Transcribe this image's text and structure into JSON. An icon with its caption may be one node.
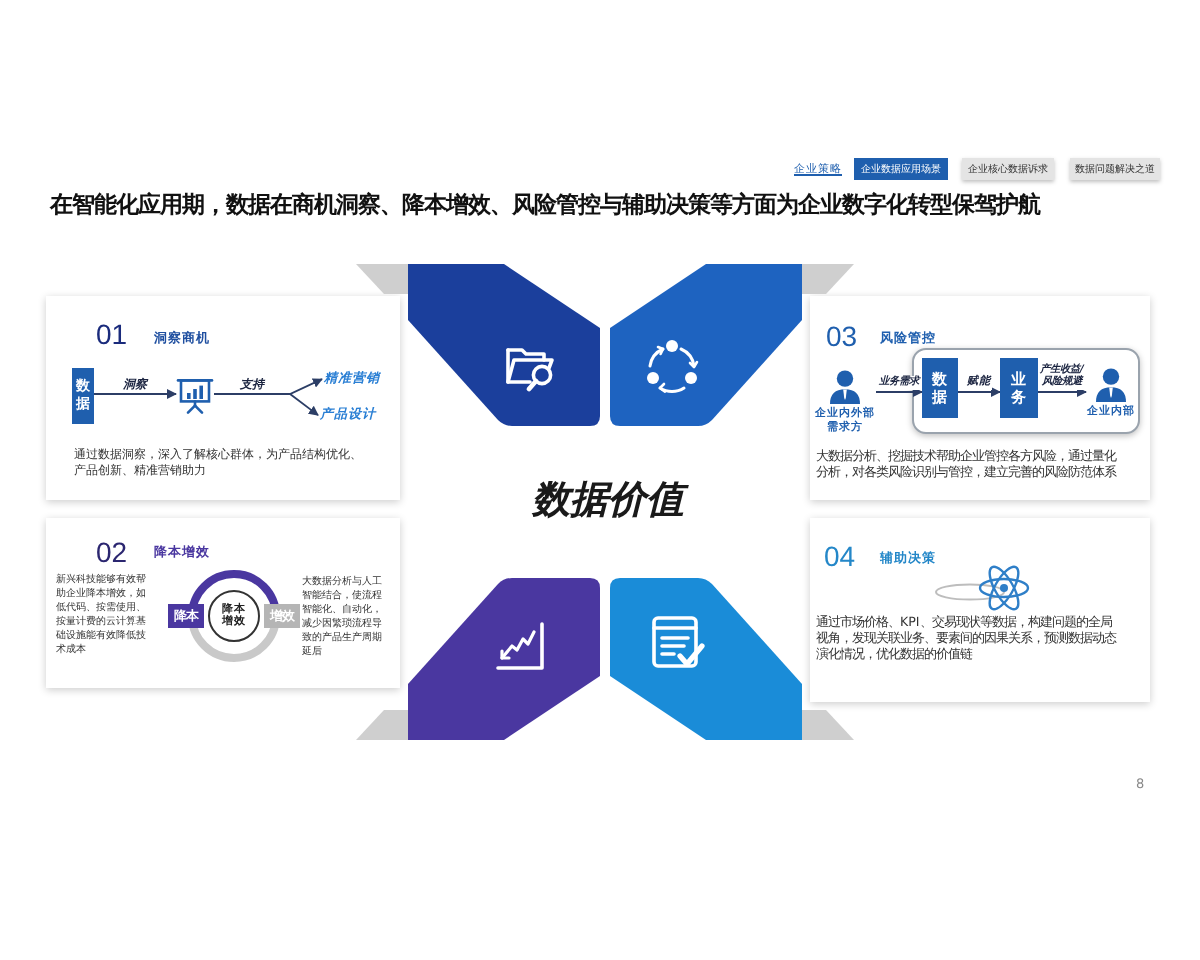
{
  "diagram": {
    "title": "在智能化应用期，数据在商机洞察、降本增效、风险管控与辅助决策等方面为企业数字化转型保驾护航",
    "nodes": [
      {
        "text": [
          "企业数据应用场景"
        ]
      },
      {
        "text": [
          "企业核心数据诉求"
        ]
      },
      {
        "text": [
          "数据问题解决之道"
        ]
      },
      {
        "text": [
          "01",
          "洞察商机",
          "通过数据洞察，深入了解核心群体，为产品结构优化、产品创新、精准营销助力"
        ]
      },
      {
        "text": [
          "数据"
        ],
        "in": 3
      },
      {
        "text": [],
        "shape": "picture",
        "in": 3
      },
      {
        "text": [
          "精准营销"
        ],
        "in": 3
      },
      {
        "text": [
          "产品设计"
        ],
        "in": 3
      },
      {
        "text": [
          "02",
          "降本增效",
          "新兴科技能够有效帮助企业降本增效，如低代码、按需使用、按量计费的云计算基础设施能有效降低技术成本",
          "大数据分析与人工智能结合，使流程智能化、自动化，减少因繁琐流程导致的产品生产周期延后"
        ]
      },
      {
        "text": [
          "降本"
        ],
        "in": 8
      },
      {
        "text": [
          "降本增效"
        ],
        "in": 8
      },
      {
        "text": [
          "增效"
        ],
        "in": 8
      },
      {
        "text": [
          "03",
          "风险管控",
          "大数据分析、挖掘技术帮助企业管控各方风险，通过量化分析，对各类风险识别与管控，建立完善的风险防范体系"
        ]
      },
      {
        "text": [],
        "shape": "person",
        "beside": [
          "企业内外部需求方"
        ],
        "in": 12
      },
      {
        "text": [],
        "shape": "box",
        "in": 12
      },
      {
        "text": [
          "数据"
        ],
        "in": 14
      },
      {
        "text": [
          "业务"
        ],
        "in": 14
      },
      {
        "text": [],
        "shape": "person",
        "beside": [
          "企业内部"
        ],
        "in": 14
      },
      {
        "text": [
          "04",
          "辅助决策",
          "通过市场价格、KPI、交易现状等数据，构建问题的全局视角，发现关联业务、要素间的因果关系，预测数据动态演化情况，优化数据的价值链"
        ]
      }
    ],
    "edges": [
      {
        "from": 4,
        "to": 5,
        "arrow": "to",
        "label": "洞察"
      },
      {
        "from": 5,
        "to": 6,
        "arrow": "to",
        "label": "支持"
      },
      {
        "from": 5,
        "to": 7,
        "arrow": "to"
      },
      {
        "from": 13,
        "to": 15,
        "arrow": "to",
        "label": "业务需求"
      },
      {
        "from": 15,
        "to": 16,
        "arrow": "to",
        "label": "赋能"
      },
      {
        "from": 16,
        "to": 17,
        "arrow": "to",
        "label": "产生收益/风险规避"
      }
    ],
    "labels": [
      "企业策略",
      "数据价值",
      "8"
    ]
  }
}
